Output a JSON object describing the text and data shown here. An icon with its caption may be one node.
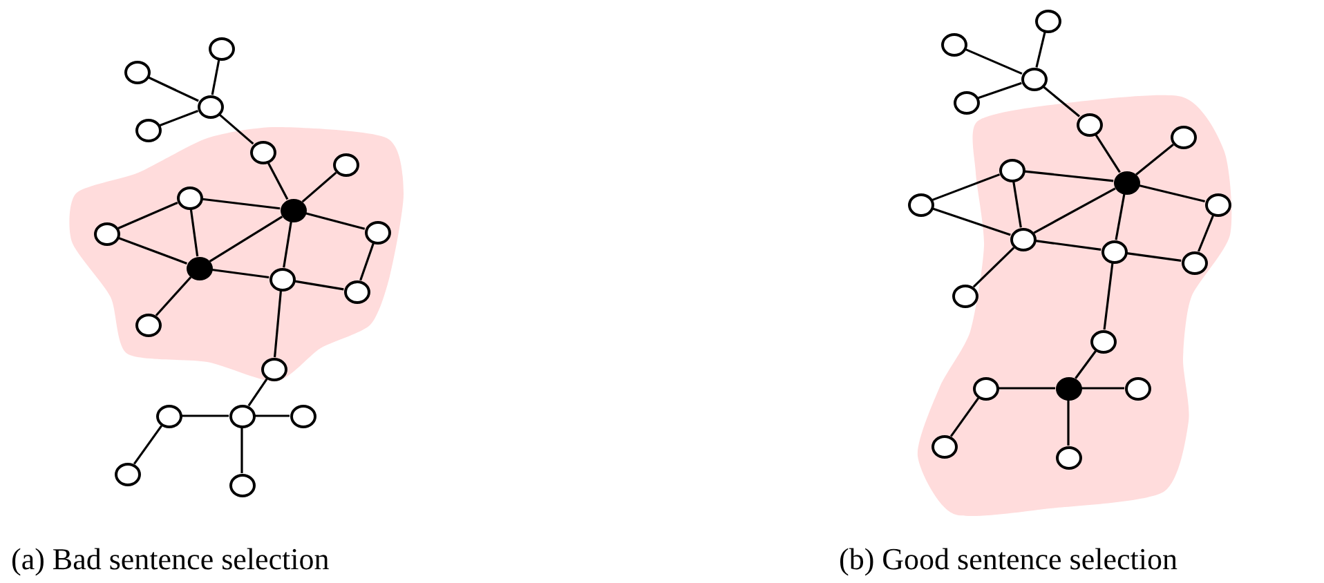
{
  "diagram": {
    "nodes": [
      {
        "text": [],
        "shape": "circle"
      },
      {
        "text": [],
        "shape": "circle"
      },
      {
        "text": [],
        "shape": "circle"
      },
      {
        "text": [],
        "shape": "circle"
      },
      {
        "text": [],
        "shape": "circle"
      },
      {
        "text": [],
        "shape": "circle"
      },
      {
        "text": [],
        "shape": "circle"
      },
      {
        "text": [],
        "shape": "dot"
      },
      {
        "text": [],
        "shape": "circle"
      },
      {
        "text": [],
        "shape": "circle"
      },
      {
        "text": [],
        "shape": "dot"
      },
      {
        "text": [],
        "shape": "circle"
      },
      {
        "text": [],
        "shape": "circle"
      },
      {
        "text": [],
        "shape": "circle"
      },
      {
        "text": [],
        "shape": "circle"
      },
      {
        "text": [],
        "shape": "circle"
      },
      {
        "text": [],
        "shape": "circle"
      },
      {
        "text": [],
        "shape": "circle"
      },
      {
        "text": [],
        "shape": "circle"
      },
      {
        "text": [],
        "shape": "circle"
      },
      {
        "text": [],
        "shape": "circle"
      },
      {
        "text": [],
        "shape": "circle"
      },
      {
        "text": [],
        "shape": "circle"
      },
      {
        "text": [],
        "shape": "circle"
      },
      {
        "text": [],
        "shape": "circle"
      },
      {
        "text": [],
        "shape": "circle"
      },
      {
        "text": [],
        "shape": "circle"
      },
      {
        "text": [],
        "shape": "dot"
      },
      {
        "text": [],
        "shape": "circle"
      },
      {
        "text": [],
        "shape": "circle"
      },
      {
        "text": [],
        "shape": "circle"
      },
      {
        "text": [],
        "shape": "circle"
      },
      {
        "text": [],
        "shape": "circle"
      },
      {
        "text": [],
        "shape": "circle"
      },
      {
        "text": [],
        "shape": "circle"
      },
      {
        "text": [],
        "shape": "circle"
      },
      {
        "text": [],
        "shape": "dot"
      },
      {
        "text": [],
        "shape": "circle"
      },
      {
        "text": [],
        "shape": "circle"
      },
      {
        "text": [],
        "shape": "circle"
      }
    ],
    "edges": [
      {
        "from": 0,
        "to": 2,
        "arrow": "none"
      },
      {
        "from": 1,
        "to": 2,
        "arrow": "none"
      },
      {
        "from": 3,
        "to": 2,
        "arrow": "none"
      },
      {
        "from": 2,
        "to": 4,
        "arrow": "none"
      },
      {
        "from": 4,
        "to": 7,
        "arrow": "none"
      },
      {
        "from": 5,
        "to": 7,
        "arrow": "none"
      },
      {
        "from": 6,
        "to": 7,
        "arrow": "none"
      },
      {
        "from": 6,
        "to": 8,
        "arrow": "none"
      },
      {
        "from": 6,
        "to": 10,
        "arrow": "none"
      },
      {
        "from": 8,
        "to": 10,
        "arrow": "none"
      },
      {
        "from": 7,
        "to": 10,
        "arrow": "none"
      },
      {
        "from": 7,
        "to": 9,
        "arrow": "none"
      },
      {
        "from": 7,
        "to": 11,
        "arrow": "none"
      },
      {
        "from": 10,
        "to": 11,
        "arrow": "none"
      },
      {
        "from": 10,
        "to": 13,
        "arrow": "none"
      },
      {
        "from": 11,
        "to": 12,
        "arrow": "none"
      },
      {
        "from": 9,
        "to": 12,
        "arrow": "none"
      },
      {
        "from": 11,
        "to": 14,
        "arrow": "none"
      },
      {
        "from": 14,
        "to": 16,
        "arrow": "none"
      },
      {
        "from": 15,
        "to": 16,
        "arrow": "none"
      },
      {
        "from": 16,
        "to": 17,
        "arrow": "none"
      },
      {
        "from": 16,
        "to": 19,
        "arrow": "none"
      },
      {
        "from": 15,
        "to": 18,
        "arrow": "none"
      },
      {
        "from": 20,
        "to": 22,
        "arrow": "none"
      },
      {
        "from": 21,
        "to": 22,
        "arrow": "none"
      },
      {
        "from": 23,
        "to": 22,
        "arrow": "none"
      },
      {
        "from": 22,
        "to": 24,
        "arrow": "none"
      },
      {
        "from": 24,
        "to": 27,
        "arrow": "none"
      },
      {
        "from": 25,
        "to": 27,
        "arrow": "none"
      },
      {
        "from": 26,
        "to": 27,
        "arrow": "none"
      },
      {
        "from": 26,
        "to": 28,
        "arrow": "none"
      },
      {
        "from": 26,
        "to": 30,
        "arrow": "none"
      },
      {
        "from": 28,
        "to": 30,
        "arrow": "none"
      },
      {
        "from": 27,
        "to": 30,
        "arrow": "none"
      },
      {
        "from": 27,
        "to": 29,
        "arrow": "none"
      },
      {
        "from": 27,
        "to": 31,
        "arrow": "none"
      },
      {
        "from": 30,
        "to": 31,
        "arrow": "none"
      },
      {
        "from": 30,
        "to": 33,
        "arrow": "none"
      },
      {
        "from": 31,
        "to": 32,
        "arrow": "none"
      },
      {
        "from": 29,
        "to": 32,
        "arrow": "none"
      },
      {
        "from": 31,
        "to": 34,
        "arrow": "none"
      },
      {
        "from": 34,
        "to": 36,
        "arrow": "none"
      },
      {
        "from": 35,
        "to": 36,
        "arrow": "none"
      },
      {
        "from": 36,
        "to": 37,
        "arrow": "none"
      },
      {
        "from": 36,
        "to": 39,
        "arrow": "none"
      },
      {
        "from": 35,
        "to": 38,
        "arrow": "none"
      }
    ],
    "labels": [
      "(a) Bad sentence selection",
      "(b) Good sentence selection"
    ]
  }
}
